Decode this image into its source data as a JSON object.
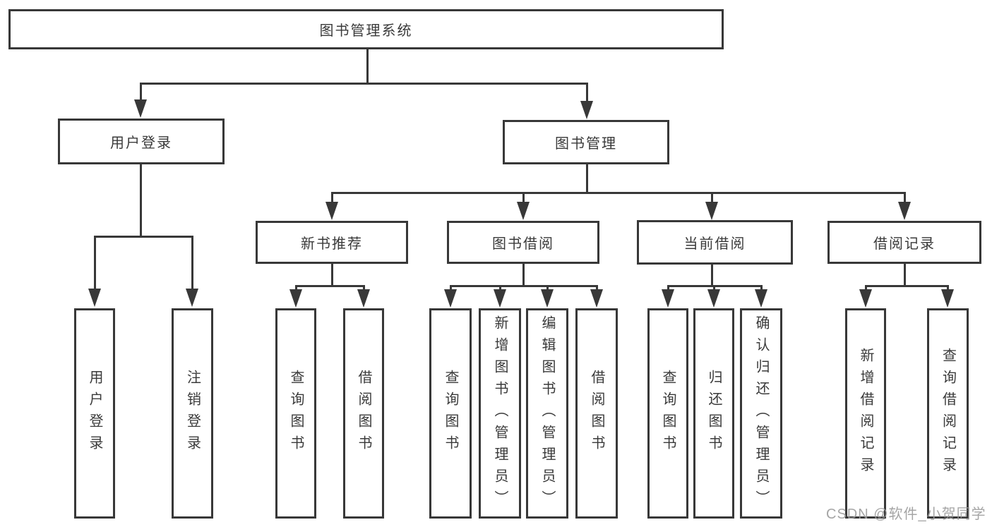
{
  "diagram": {
    "root": "图书管理系统",
    "branches": [
      {
        "label": "用户登录",
        "children": [
          "用户登录",
          "注销登录"
        ]
      },
      {
        "label": "图书管理",
        "sections": [
          {
            "label": "新书推荐",
            "children": [
              "查询图书",
              "借阅图书"
            ]
          },
          {
            "label": "图书借阅",
            "children": [
              "查询图书",
              "新增图书（管理员）",
              "编辑图书（管理员）",
              "借阅图书"
            ]
          },
          {
            "label": "当前借阅",
            "children": [
              "查询图书",
              "归还图书",
              "确认归还（管理员）"
            ]
          },
          {
            "label": "借阅记录",
            "children": [
              "新增借阅记录",
              "查询借阅记录"
            ]
          }
        ]
      }
    ]
  },
  "watermark": "CSDN @软件_小贺同学"
}
